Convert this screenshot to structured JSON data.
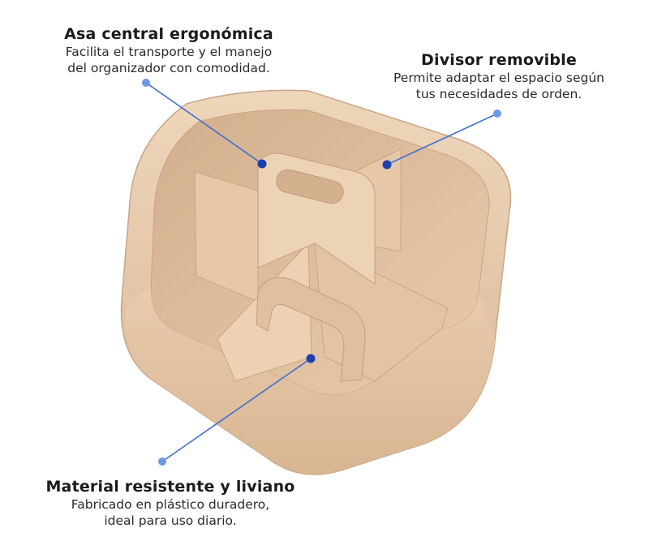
{
  "colors": {
    "product_base": "#e4c6a6",
    "product_light": "#eed6bb",
    "product_shadow": "#c9a585",
    "line_blue": "#3f6fd1",
    "dot_dark": "#1d3fae",
    "dot_light": "#6a9ae6"
  },
  "callouts": {
    "handle": {
      "title": "Asa central ergonómica",
      "line1": "Facilita el transporte y el manejo",
      "line2": "del organizador con comodidad."
    },
    "divider": {
      "title": "Divisor removible",
      "line1": "Permite adaptar el espacio según",
      "line2": "tus necesidades de orden."
    },
    "material": {
      "title": "Material resistente y liviano",
      "line1": "Fabricado en plástico duradero,",
      "line2": "ideal para uso diario."
    }
  }
}
